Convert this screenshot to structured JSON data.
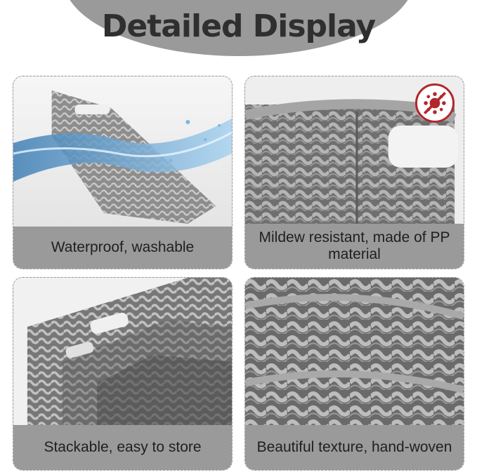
{
  "header": {
    "title": "Detailed Display"
  },
  "cards": [
    {
      "caption": "Waterproof, washable",
      "icon": "water-splash"
    },
    {
      "caption": "Mildew resistant, made of PP material",
      "icon": "no-bacteria-icon"
    },
    {
      "caption": "Stackable, easy to store",
      "icon": "stacked-baskets"
    },
    {
      "caption": "Beautiful texture, hand-woven",
      "icon": "woven-texture"
    }
  ],
  "colors": {
    "caption_bg": "#9a9a9a",
    "header_bg": "#9a9a9a",
    "title": "#2f2f2f",
    "badge_red": "#b3262b"
  }
}
